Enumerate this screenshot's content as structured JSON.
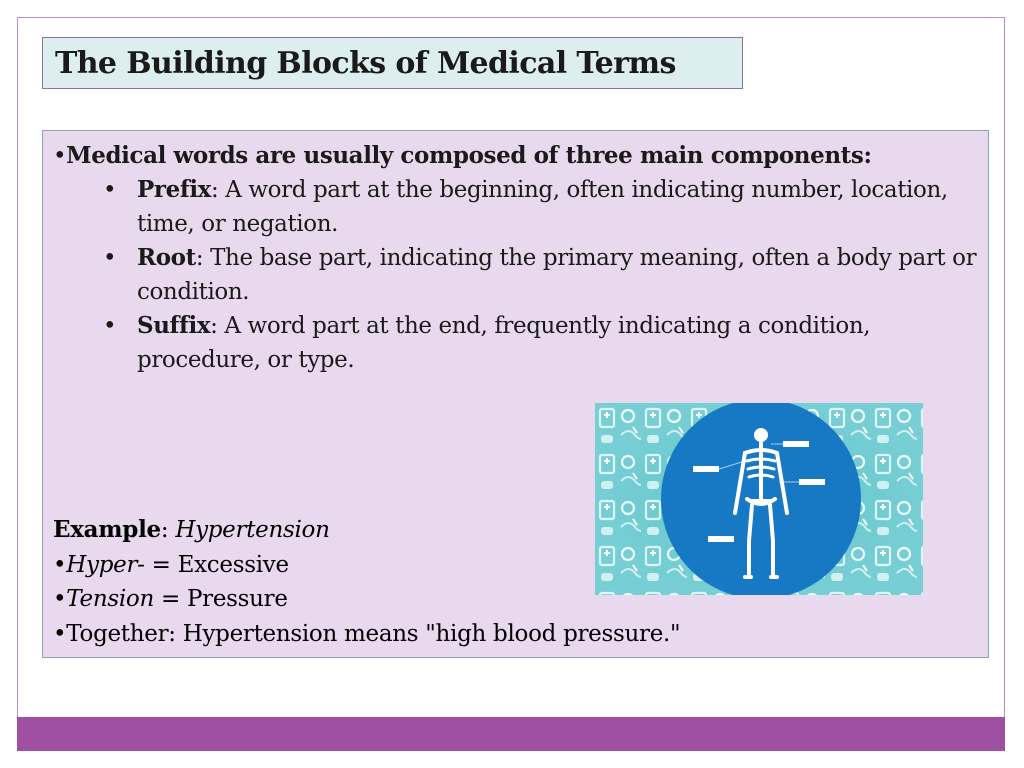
{
  "title": "The Building Blocks of Medical Terms",
  "intro": {
    "bullet": "•",
    "text": "Medical words are usually composed of three main components:"
  },
  "components": [
    {
      "bullet": "•",
      "name": "Prefix",
      "description": ": A word part at the beginning, often indicating number, location, time, or negation."
    },
    {
      "bullet": "•",
      "name": "Root",
      "description": ": The base part, indicating the primary meaning, often a body part or condition."
    },
    {
      "bullet": "•",
      "name": "Suffix",
      "description": ": A word part at the end, frequently indicating a condition, procedure, or type."
    }
  ],
  "example": {
    "label": "Example",
    "separator": ": ",
    "word": "Hypertension",
    "lines": [
      {
        "bullet": "•",
        "part": "Hyper-",
        "meaning": " = Excessive"
      },
      {
        "bullet": "•",
        "part": "Tension",
        "meaning": " = Pressure"
      }
    ],
    "together": "•Together: Hypertension means \"high blood pressure.\""
  },
  "colors": {
    "title_bg": "#dcefee",
    "content_bg": "#e9d9ee",
    "accent_bar": "#a050a2",
    "illustration_bg": "#5fc6cc",
    "circle": "#1779c4"
  },
  "illustration": {
    "icon": "skeleton-body-diagram-icon"
  }
}
